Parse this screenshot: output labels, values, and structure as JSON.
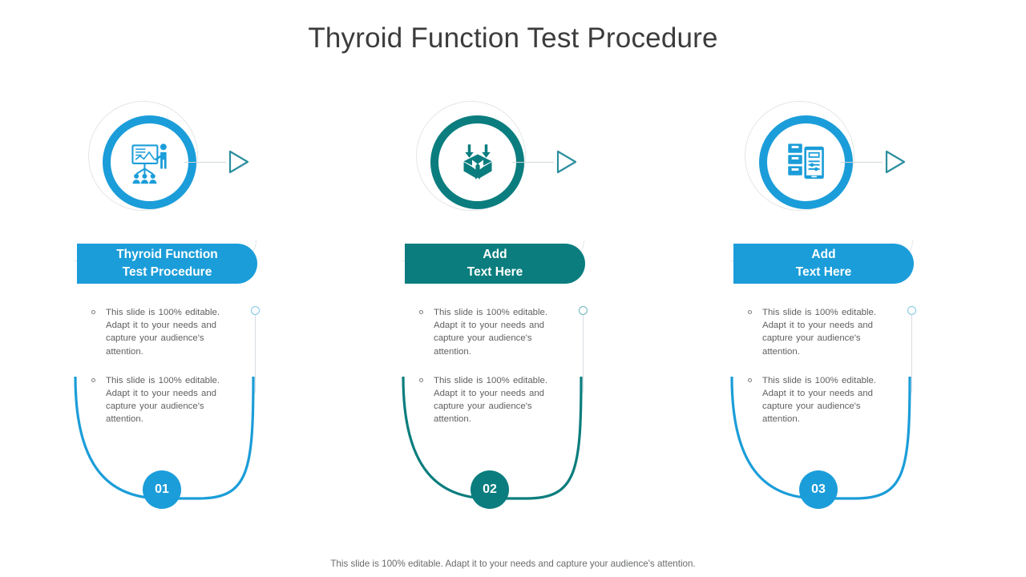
{
  "slide": {
    "title": "Thyroid Function Test Procedure",
    "footer": "This slide is 100% editable. Adapt it to your needs and capture your audience's attention.",
    "colors": {
      "blue": "#1b9dd9",
      "teal": "#0b7d7e",
      "ghost_outline": "#e3e6e8",
      "body_text": "#5f6062",
      "title_text": "#3c3c3c"
    }
  },
  "cards": [
    {
      "number": "01",
      "accent": "#1b9dd9",
      "icon": "presentation-training-icon",
      "heading_line1": "Thyroid Function",
      "heading_line2": "Test Procedure",
      "bullets": [
        "This slide is 100% editable. Adapt it to your needs and capture your audience's attention.",
        "This slide is 100% editable. Adapt it to your needs and capture your audience's attention."
      ]
    },
    {
      "number": "02",
      "accent": "#0b7d7e",
      "icon": "open-box-package-icon",
      "heading_line1": "Add",
      "heading_line2": "Text Here",
      "bullets": [
        "This slide is 100% editable. Adapt it to your needs and capture your audience's attention.",
        "This slide is 100% editable. Adapt it to your needs and capture your audience's attention."
      ]
    },
    {
      "number": "03",
      "accent": "#1b9dd9",
      "icon": "files-mobile-device-icon",
      "heading_line1": "Add",
      "heading_line2": "Text Here",
      "bullets": [
        "This slide is 100% editable. Adapt it to your needs and capture your audience's attention.",
        "This slide is 100% editable. Adapt it to your needs and capture your audience's attention."
      ]
    }
  ]
}
